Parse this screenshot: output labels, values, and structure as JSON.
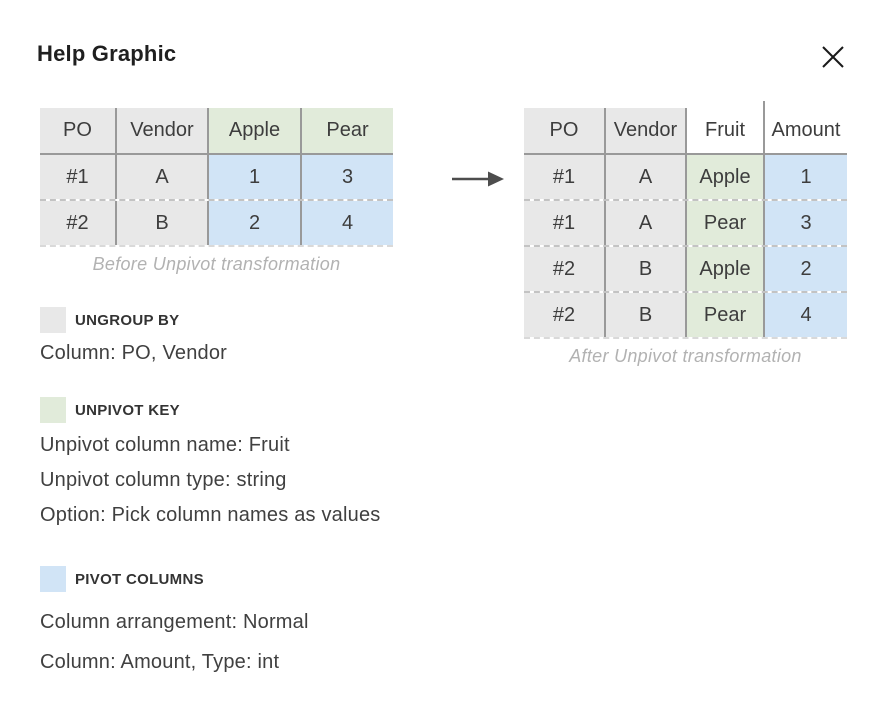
{
  "dialog": {
    "title": "Help Graphic"
  },
  "icons": {
    "close": "✕",
    "arrow_right": "→"
  },
  "colors": {
    "ungroup_by_swatch": "#e8e8e8",
    "unpivot_key_swatch": "#e1ebda",
    "pivot_columns_swatch": "#d1e4f6",
    "table_border": "#999999",
    "caption_text": "#b2b2b2"
  },
  "before_table": {
    "caption": "Before Unpivot transformation",
    "headers": [
      "PO",
      "Vendor",
      "Apple",
      "Pear"
    ],
    "rows": [
      [
        "#1",
        "A",
        "1",
        "3"
      ],
      [
        "#2",
        "B",
        "2",
        "4"
      ]
    ]
  },
  "after_table": {
    "caption": "After Unpivot transformation",
    "headers": [
      "PO",
      "Vendor",
      "Fruit",
      "Amount"
    ],
    "rows": [
      [
        "#1",
        "A",
        "Apple",
        "1"
      ],
      [
        "#1",
        "A",
        "Pear",
        "3"
      ],
      [
        "#2",
        "B",
        "Apple",
        "2"
      ],
      [
        "#2",
        "B",
        "Pear",
        "4"
      ]
    ]
  },
  "legend": {
    "ungroup_by": {
      "title": "UNGROUP BY",
      "lines": [
        "Column: PO, Vendor"
      ]
    },
    "unpivot_key": {
      "title": "UNPIVOT KEY",
      "lines": [
        "Unpivot column name: Fruit",
        "Unpivot column type: string",
        "Option: Pick column names as values"
      ]
    },
    "pivot_columns": {
      "title": "PIVOT COLUMNS",
      "lines": [
        "Column arrangement: Normal",
        "Column: Amount, Type: int"
      ]
    }
  }
}
